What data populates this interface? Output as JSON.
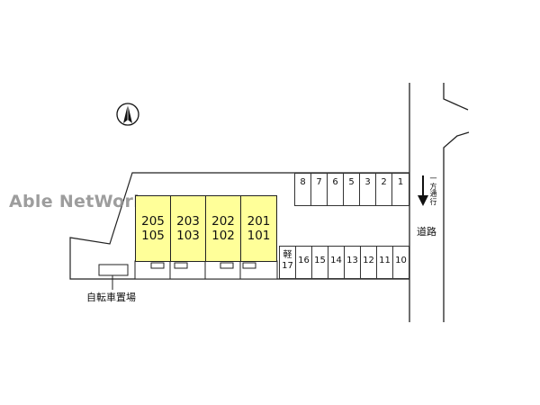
{
  "watermark": "Able NetWork",
  "units": [
    {
      "upper": "205",
      "lower": "105"
    },
    {
      "upper": "203",
      "lower": "103"
    },
    {
      "upper": "202",
      "lower": "102"
    },
    {
      "upper": "201",
      "lower": "101"
    }
  ],
  "parking_top": [
    "8",
    "7",
    "6",
    "5",
    "3",
    "2",
    "1"
  ],
  "parking_bottom": [
    "軽\n17",
    "16",
    "15",
    "14",
    "13",
    "12",
    "11",
    "10"
  ],
  "labels": {
    "bicycle_parking": "自転車置場",
    "road": "道路",
    "one_way": "一方通行"
  },
  "icons": {
    "compass": "north-arrow-icon",
    "direction": "one-way-arrow-icon"
  }
}
